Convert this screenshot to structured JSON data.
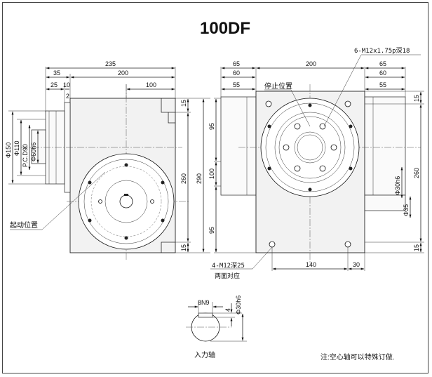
{
  "title": "100DF",
  "left_view": {
    "dims_top": [
      "235",
      "35",
      "200",
      "25",
      "10",
      "2",
      "100"
    ],
    "dims_left": [
      "Φ150",
      "Φ110",
      "P.C.D90",
      "Φ60h6"
    ],
    "dims_right": [
      "15",
      "260",
      "290",
      "15"
    ],
    "label_start": "起动位置"
  },
  "right_view": {
    "dims_top_left": [
      "65",
      "60",
      "55"
    ],
    "dim_top_mid": "200",
    "dims_top_right": [
      "65",
      "60",
      "55"
    ],
    "callout_holes": "6-M12x1.75p深18",
    "label_stop": "停止位置",
    "dims_left": [
      "95",
      "100",
      "95"
    ],
    "dims_right": [
      "15",
      "Φ30h6",
      "Φ35",
      "260",
      "15"
    ],
    "dims_bottom": [
      "140",
      "30"
    ],
    "callout_mount_1": "4-M12深25",
    "callout_mount_2": "两面对应"
  },
  "shaft_detail": {
    "dims": [
      "8N9",
      "4",
      "Φ30h6"
    ],
    "label": "入力轴"
  },
  "note": "注:空心轴可以特殊订做."
}
